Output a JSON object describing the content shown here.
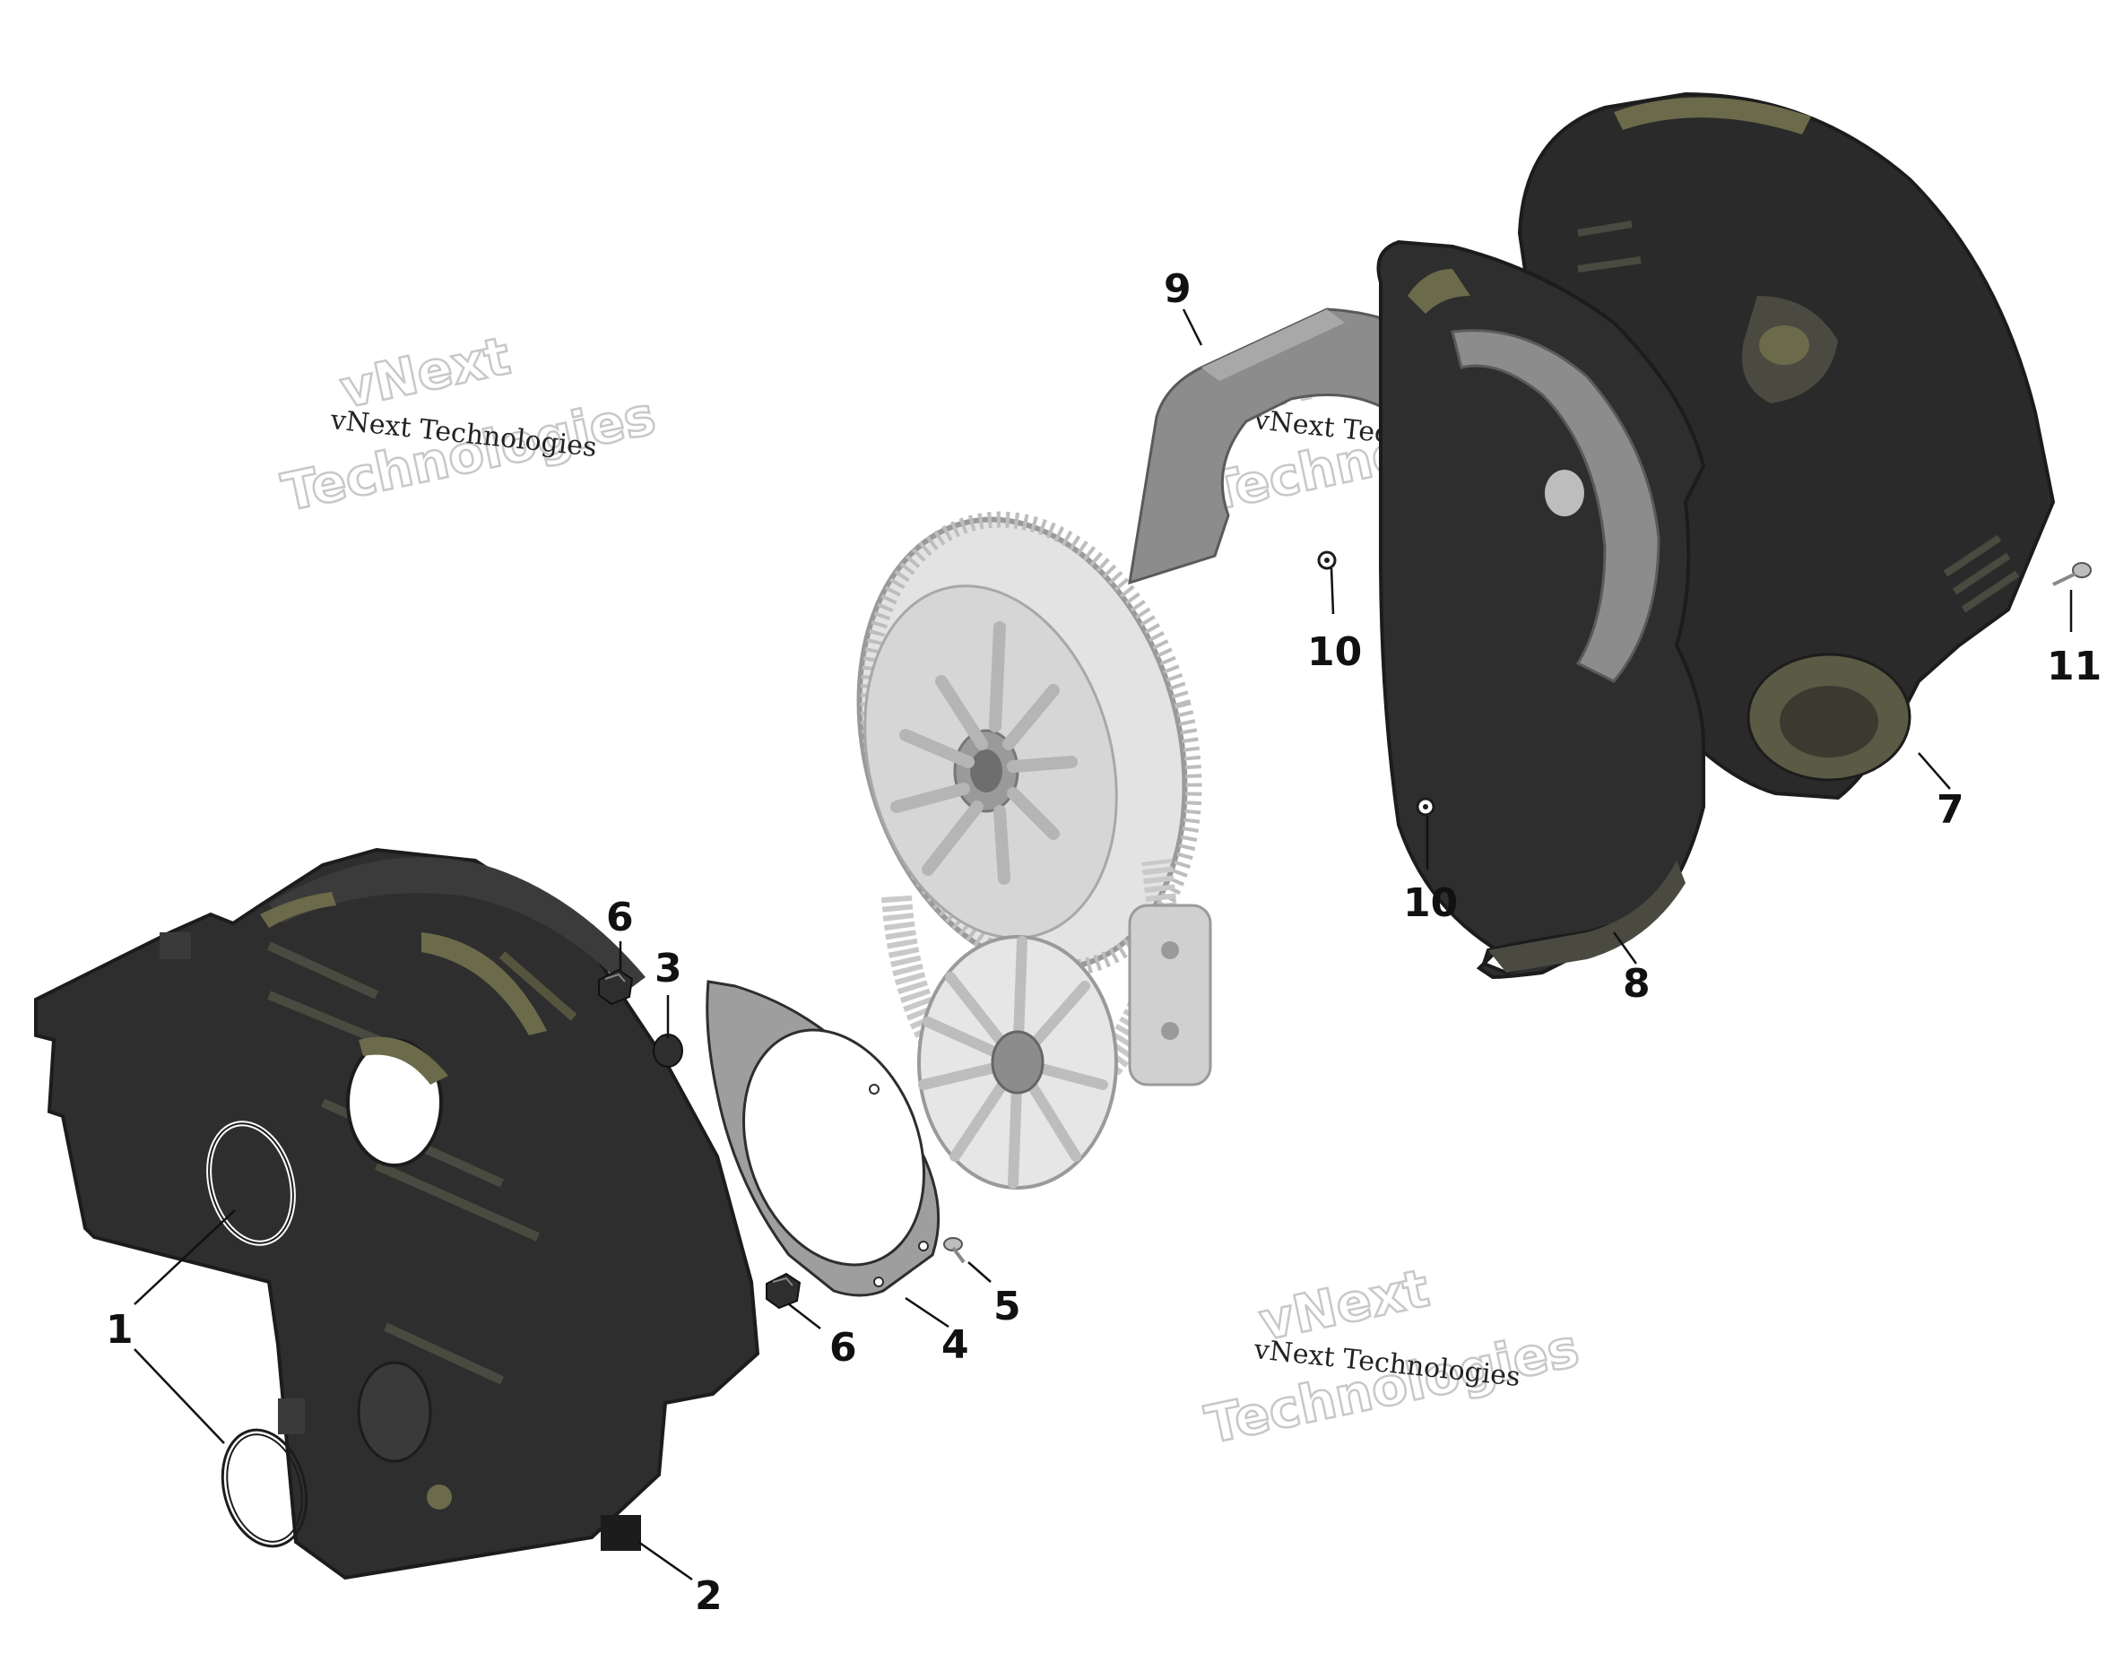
{
  "watermark": {
    "line_small": "vNext Technologies",
    "line_big_1": "vNext",
    "line_big_2": "Technologies"
  },
  "callouts": [
    {
      "id": "1",
      "label": "1"
    },
    {
      "id": "2",
      "label": "2"
    },
    {
      "id": "3",
      "label": "3"
    },
    {
      "id": "4",
      "label": "4"
    },
    {
      "id": "5",
      "label": "5"
    },
    {
      "id": "6a",
      "label": "6"
    },
    {
      "id": "6b",
      "label": "6"
    },
    {
      "id": "7",
      "label": "7"
    },
    {
      "id": "8",
      "label": "8"
    },
    {
      "id": "9",
      "label": "9"
    },
    {
      "id": "10a",
      "label": "10"
    },
    {
      "id": "10b",
      "label": "10"
    },
    {
      "id": "11",
      "label": "11"
    }
  ],
  "colors": {
    "cover_dark": "#2e2e2e",
    "cover_shadow": "#1c1c1c",
    "highlight_olive": "#6b6a4a",
    "pulley_light": "#d9d9d9",
    "pulley_mid": "#bdbdbd",
    "bracket_gray": "#8c8c8c",
    "label": "#111111"
  }
}
